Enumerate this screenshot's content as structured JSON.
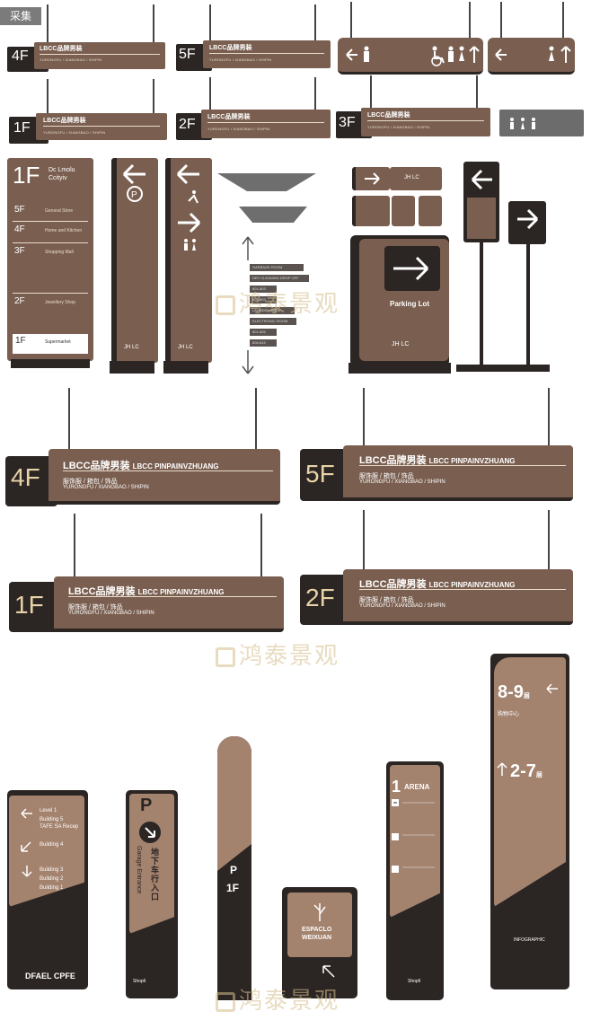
{
  "badge": "采集",
  "brand_cn": "LBCC品牌男装",
  "brand_en": "LBCC PINPAINVZHUANG",
  "sub_cn": "服饰服 / 箱包 / 饰品",
  "sub_en": "YURONGFU / XIANGBAO / SHIPIN",
  "floors": {
    "f1": "1F",
    "f2": "2F",
    "f3": "3F",
    "f4": "4F",
    "f5": "5F"
  },
  "directory": {
    "big_floor": "1F",
    "name1": "Dc Lmolu",
    "name2": "Ccityiv",
    "rows": [
      {
        "floor": "5F",
        "text": "Genoral Store"
      },
      {
        "floor": "4F",
        "text": "Home and Kitchen"
      },
      {
        "floor": "3F",
        "text": "Shopping Mall"
      },
      {
        "floor": "2F",
        "text": "Jewellery Shop"
      },
      {
        "floor": "1F",
        "text": "Supermarket"
      }
    ]
  },
  "jh_lc": "JH LC",
  "parking_lot": "Parking Lot",
  "wayfinding": [
    "GARBAGE ROOM",
    "DRY CLEANING DROP OFF",
    "801-803",
    "801-803",
    "LAUNDRY AREA",
    "ELECTRONIC ROOM",
    "801-805",
    "806-815"
  ],
  "watermark": "鸿泰景观",
  "towers": {
    "a": {
      "lines": [
        "Level 1",
        "Building 5",
        "TAFE SA Recep",
        "Building 4",
        "Building 3",
        "Building 2",
        "Building 1"
      ],
      "footer": "DFAEL CPFE"
    },
    "b": {
      "p": "P",
      "cn": "地下车行入口",
      "en": "Garage Entrance",
      "small": "Shop6"
    },
    "c": {
      "p": "P",
      "floor": "1F"
    },
    "d": {
      "line1": "ESPACLO",
      "line2": "WEIXUAN"
    },
    "e": {
      "num": "1",
      "title": "ARENA",
      "small": "Shop6"
    },
    "f": {
      "top": "8-9",
      "top_unit": "层",
      "top_cn": "购物中心",
      "bottom": "2-7",
      "bottom_unit": "层",
      "footer": "INFOGRAPHIC"
    }
  }
}
